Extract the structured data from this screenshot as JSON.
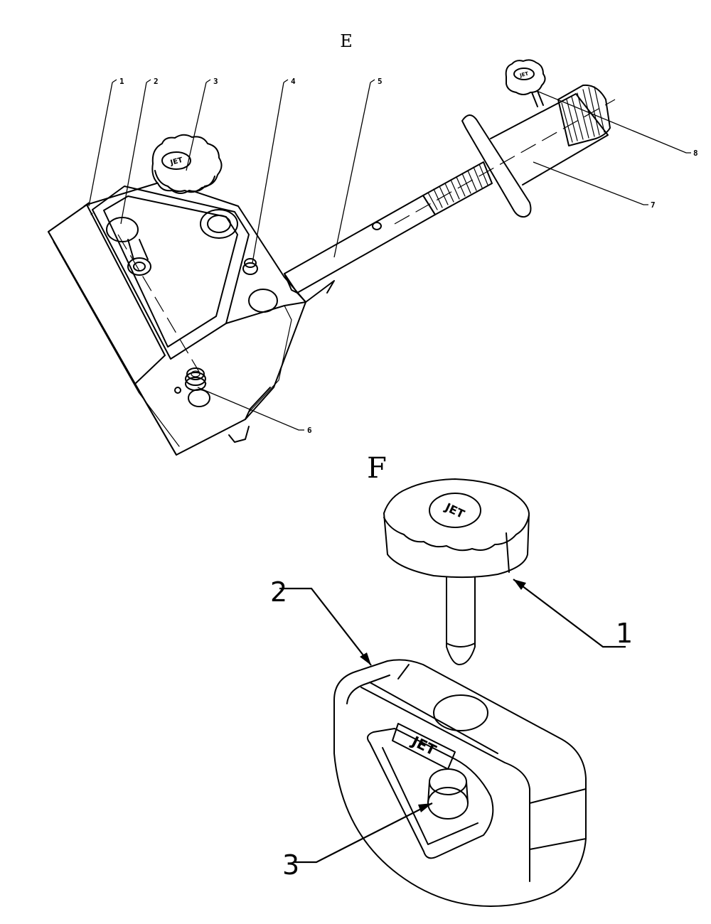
{
  "views": {
    "e": {
      "label": "E"
    },
    "f": {
      "label": "F"
    }
  },
  "view_e_callouts": [
    "1",
    "2",
    "3",
    "4",
    "5",
    "6",
    "7",
    "8"
  ],
  "view_f_callouts": [
    "1",
    "2",
    "3"
  ],
  "brand_logo": "JET"
}
